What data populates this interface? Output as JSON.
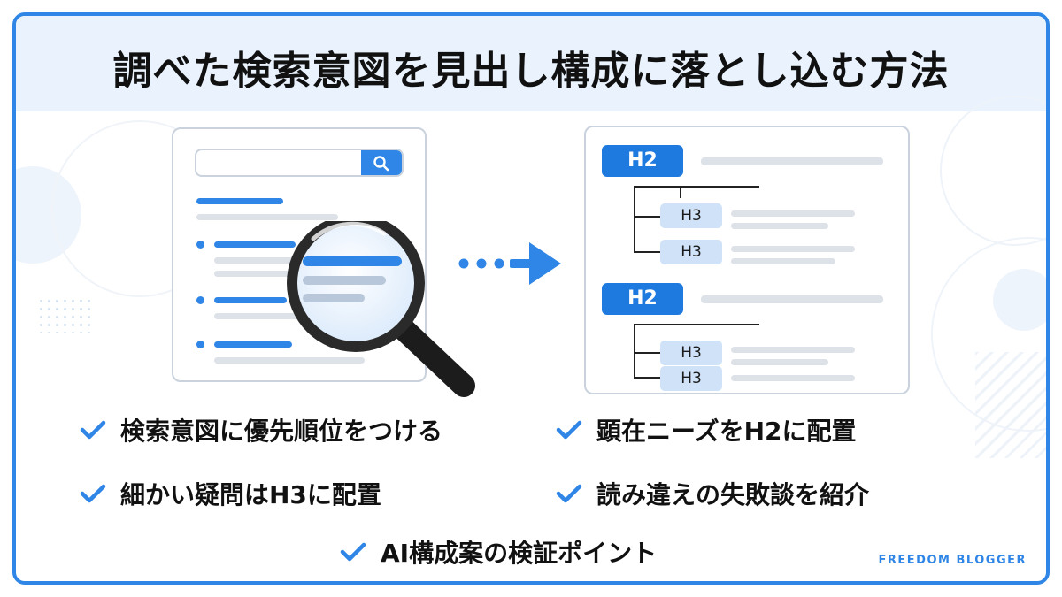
{
  "title": "調べた検索意図を見出し構成に落とし込む方法",
  "search_icon": "search-icon",
  "magnifier_icon": "magnifier-icon",
  "arrow_icon": "arrow-right-icon",
  "check_icon": "checkmark-icon",
  "outline": {
    "groups": [
      {
        "h2": "H2",
        "h3": [
          "H3",
          "H3"
        ]
      },
      {
        "h2": "H2",
        "h3": [
          "H3",
          "H3"
        ]
      }
    ]
  },
  "checklist": [
    "検索意図に優先順位をつける",
    "顕在ニーズをH2に配置",
    "細かい疑問はH3に配置",
    "読み違えの失敗談を紹介",
    "AI構成案の検証ポイント"
  ],
  "brand": "FREEDOM BLOGGER",
  "colors": {
    "accent": "#2f86e6",
    "h2_tag": "#1f7ae0",
    "h3_tag": "#cfe2f8",
    "title_band": "#eaf3fd"
  }
}
